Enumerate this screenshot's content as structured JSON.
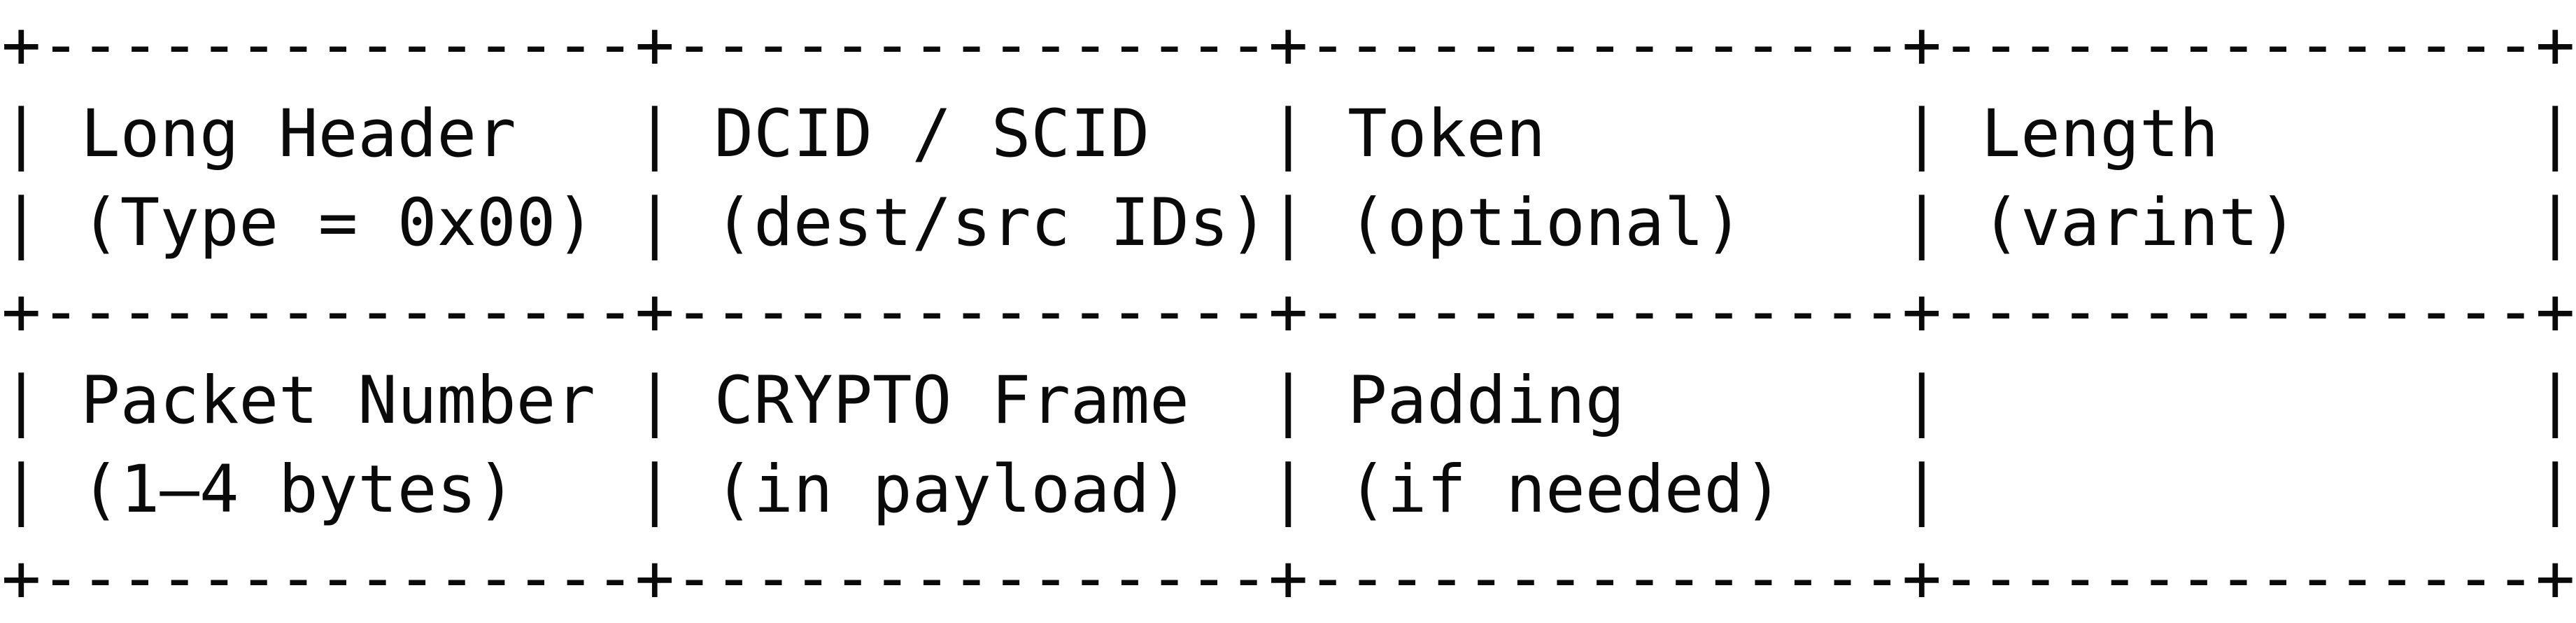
{
  "packet_diagram": {
    "corner_char": "+",
    "horizontal_char": "-",
    "vertical_char": "|",
    "cell_inner_width": 15,
    "columns": 4,
    "text_color": "#0a0a0a",
    "background_color": "#ffffff",
    "rows": [
      {
        "cells": [
          {
            "line1": "Long Header",
            "line2": "(Type = 0x00)"
          },
          {
            "line1": "DCID / SCID",
            "line2": "(dest/src IDs)"
          },
          {
            "line1": "Token",
            "line2": "(optional)"
          },
          {
            "line1": "Length",
            "line2": "(varint)"
          }
        ]
      },
      {
        "cells": [
          {
            "line1": "Packet Number",
            "line2": "(1–4 bytes)"
          },
          {
            "line1": "CRYPTO Frame",
            "line2": "(in payload)"
          },
          {
            "line1": "Padding",
            "line2": "(if needed)"
          },
          {
            "line1": "",
            "line2": ""
          }
        ]
      }
    ]
  }
}
